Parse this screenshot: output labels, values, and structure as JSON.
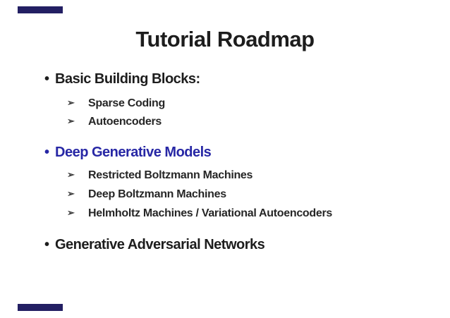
{
  "slide": {
    "title": "Tutorial Roadmap",
    "colors": {
      "background": "#ffffff",
      "text": "#1d1d1d",
      "accent_blue": "#2727a5",
      "decor_bar": "#231f63"
    },
    "glyphs": {
      "bullet": "•",
      "sub_bullet": "➢"
    },
    "bullets": [
      {
        "label": "Basic Building Blocks:",
        "style": "default",
        "sub": [
          "Sparse Coding",
          "Autoencoders"
        ]
      },
      {
        "label": "Deep Generative Models",
        "style": "accent",
        "sub": [
          "Restricted Boltzmann Machines",
          "Deep Boltzmann Machines",
          "Helmholtz Machines / Variational Autoencoders"
        ]
      },
      {
        "label": "Generative Adversarial Networks",
        "style": "default",
        "sub": []
      }
    ]
  }
}
